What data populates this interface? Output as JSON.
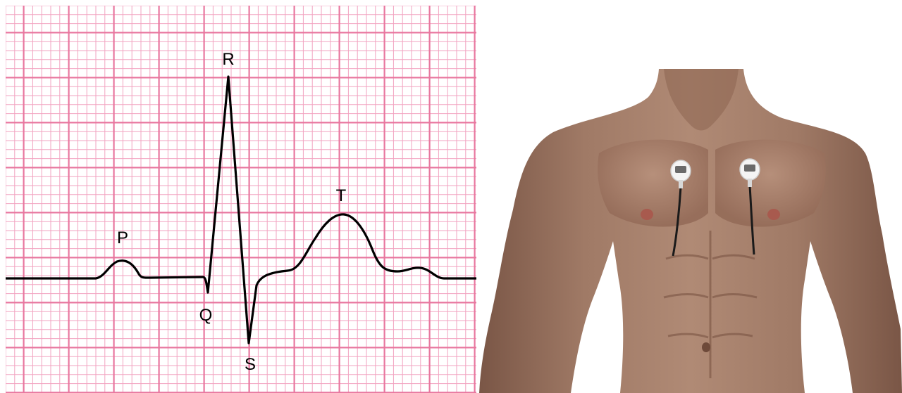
{
  "ecg": {
    "labels": {
      "p": "P",
      "q": "Q",
      "r": "R",
      "s": "S",
      "t": "T"
    },
    "grid_color_minor": "#f2a3c0",
    "grid_color_major": "#e8779f",
    "trace_color": "#000000"
  },
  "torso": {
    "skin_color": "#9c725d",
    "electrodes": [
      {
        "side": "right",
        "icon": "ecg-electrode-icon"
      },
      {
        "side": "left",
        "icon": "ecg-electrode-icon"
      }
    ]
  }
}
